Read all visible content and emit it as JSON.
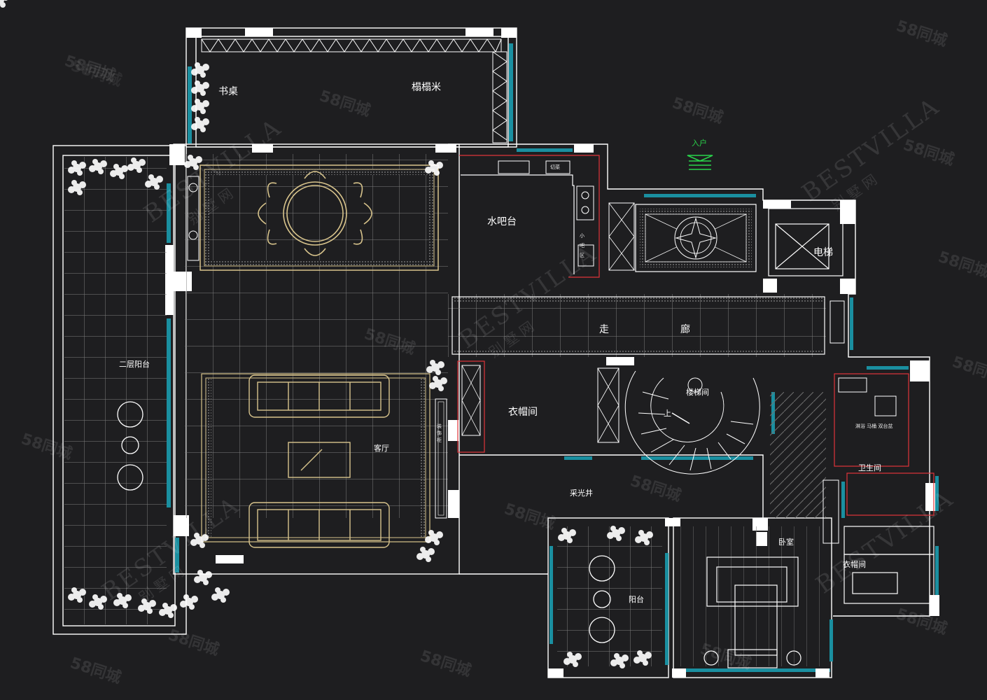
{
  "labels": {
    "study_desk": "书桌",
    "tatami": "榻榻米",
    "water_bar": "水吧台",
    "entrance": "入户",
    "elevator": "电梯",
    "corridor_1": "走",
    "corridor_2": "廊",
    "second_floor_balcony": "二层阳台",
    "cloakroom": "衣帽间",
    "stairwell": "楼梯间",
    "stair_up": "上",
    "living_room": "客厅",
    "light_well": "采光井",
    "balcony": "阳台",
    "bedroom": "卧室",
    "bathroom": "卫生间",
    "master_cloakroom": "衣帽间",
    "tv_wall": "装饰柜",
    "small_zone": "小 吧 区",
    "cut_board": "切菜",
    "bath_note": "淋浴 马桶 双台盆"
  },
  "watermarks": {
    "site": "58同城",
    "brand": "BESTVILLA",
    "brand_cn": "别 墅 网"
  },
  "colors": {
    "background": "#1e1e20",
    "wall": "#ffffff",
    "window": "#1a8fa0",
    "grid": "#8c8c8c",
    "furniture": "#d8c48c",
    "accent_red": "#e0343a",
    "entrance_green": "#29d34a"
  }
}
